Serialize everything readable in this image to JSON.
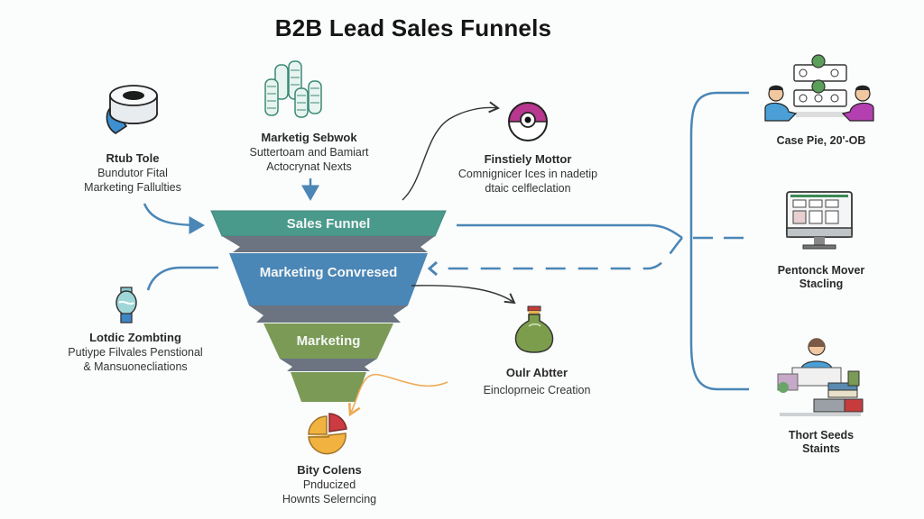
{
  "title": "B2B Lead Sales Funnels",
  "colors": {
    "teal": "#4a9a8c",
    "gray": "#6b7480",
    "blue": "#4a86b6",
    "green": "#7a9a56",
    "connector_blue": "#4a86b6",
    "connector_orange": "#eeaa55",
    "connector_dark": "#333333"
  },
  "funnel": {
    "bands": [
      {
        "label": "Sales Funnel"
      },
      {
        "label": "Marketing Convresed"
      },
      {
        "label": "Marketing"
      },
      {
        "label": ""
      }
    ]
  },
  "blocks": {
    "top_left": {
      "icon": "tape-roll-icon",
      "head": "Rtub Tole",
      "desc_lines": [
        "Bundutor Fital",
        "Marketing Fallulties"
      ]
    },
    "top_center": {
      "icon": "coin-stacks-icon",
      "head": "Marketig Sebwok",
      "desc_lines": [
        "Suttertoam and Bamiart",
        "Actocrynat Nexts"
      ]
    },
    "top_right": {
      "icon": "eye-target-icon",
      "head": "Finstiely Mottor",
      "desc_lines": [
        "Comnignicer Ices in nadetip",
        "dtaic celfleclation"
      ]
    },
    "mid_left": {
      "icon": "lantern-icon",
      "head": "Lotdic Zombting",
      "desc_lines": [
        "Putiype Filvales Penstional",
        "& Mansuonecliations"
      ]
    },
    "mid_right": {
      "icon": "potion-bottle-icon",
      "head": "Oulr Abtter",
      "desc_lines": [
        "Eincloprneic Creation"
      ]
    },
    "bottom": {
      "icon": "pie-chart-icon",
      "head": "Bity Colens",
      "desc_lines": [
        "Pnducized",
        "Hownts Selerncing"
      ]
    }
  },
  "right_panel": [
    {
      "icon": "meeting-people-icon",
      "label_lines": [
        "Case Pie, 20'-OB"
      ]
    },
    {
      "icon": "computer-monitor-icon",
      "label_lines": [
        "Pentonck Mover",
        "Stacling"
      ]
    },
    {
      "icon": "person-books-icon",
      "label_lines": [
        "Thort Seeds",
        "Staints"
      ]
    }
  ]
}
